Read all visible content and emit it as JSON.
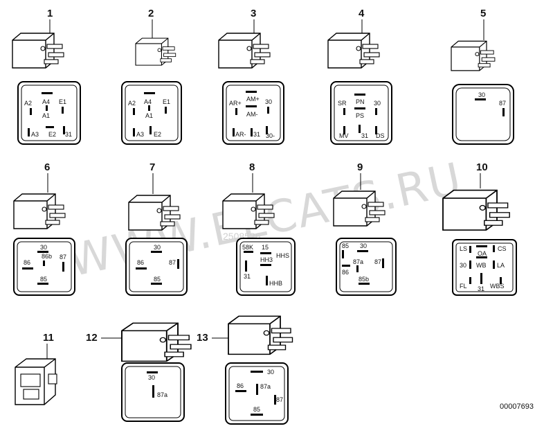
{
  "watermark": "WWW.ELCATS.RU",
  "drawing_code": "00007693",
  "stamp": "2508526",
  "relays": [
    {
      "number": "1",
      "pins": [
        "A4",
        "A1",
        "A2",
        "E1",
        "A3",
        "E2",
        "31"
      ]
    },
    {
      "number": "2",
      "pins": [
        "A4",
        "A1",
        "A2",
        "E1",
        "A3",
        "E2"
      ]
    },
    {
      "number": "3",
      "pins": [
        "AM+",
        "AM-",
        "AR+",
        "30",
        "AR-",
        "31",
        "30-"
      ]
    },
    {
      "number": "4",
      "pins": [
        "PN",
        "PS",
        "SR",
        "30",
        "MV",
        "31",
        "DS"
      ]
    },
    {
      "number": "5",
      "pins": [
        "30",
        "87"
      ]
    },
    {
      "number": "6",
      "pins": [
        "30",
        "86b",
        "86",
        "87",
        "85"
      ]
    },
    {
      "number": "7",
      "pins": [
        "30",
        "86",
        "87",
        "85"
      ]
    },
    {
      "number": "8",
      "pins": [
        "58K",
        "15",
        "HH3",
        "HHS",
        "31",
        "HHB"
      ]
    },
    {
      "number": "9",
      "pins": [
        "85",
        "30",
        "87a",
        "86",
        "87",
        "85b"
      ]
    },
    {
      "number": "10",
      "pins": [
        "LS",
        "OA",
        "CS",
        "30",
        "WB",
        "LA",
        "FL",
        "31",
        "WBS"
      ]
    },
    {
      "number": "11",
      "pins": []
    },
    {
      "number": "12",
      "pins": [
        "30",
        "87a"
      ]
    },
    {
      "number": "13",
      "pins": [
        "30",
        "86",
        "87a",
        "87",
        "85"
      ]
    }
  ]
}
